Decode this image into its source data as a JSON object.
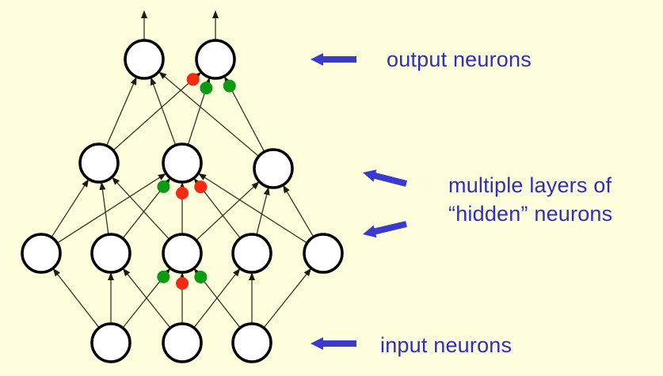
{
  "diagram": {
    "title": "Multi-layer neural network",
    "background_color": "#fefedc",
    "label_color": "#2e2ec4",
    "pointer_arrow_color": "#3a3ad0",
    "node_fill": "#ffffff",
    "node_stroke": "#000000",
    "edge_color": "#333322",
    "dot_colors": {
      "green": "#0c9a12",
      "red": "#f42a12"
    },
    "layers": [
      {
        "name": "input",
        "count": 3
      },
      {
        "name": "hidden-1",
        "count": 5
      },
      {
        "name": "hidden-2",
        "count": 3
      },
      {
        "name": "output",
        "count": 2
      }
    ],
    "edges": [
      {
        "from": "input.0",
        "to": "hidden-1.0"
      },
      {
        "from": "input.0",
        "to": "hidden-1.1"
      },
      {
        "from": "input.0",
        "to": "hidden-1.2",
        "weight": "green"
      },
      {
        "from": "input.1",
        "to": "hidden-1.1"
      },
      {
        "from": "input.1",
        "to": "hidden-1.2",
        "weight": "red"
      },
      {
        "from": "input.1",
        "to": "hidden-1.3"
      },
      {
        "from": "input.2",
        "to": "hidden-1.2",
        "weight": "green"
      },
      {
        "from": "input.2",
        "to": "hidden-1.3"
      },
      {
        "from": "input.2",
        "to": "hidden-1.4"
      },
      {
        "from": "hidden-1.0",
        "to": "hidden-2.0"
      },
      {
        "from": "hidden-1.0",
        "to": "hidden-2.1"
      },
      {
        "from": "hidden-1.1",
        "to": "hidden-2.0"
      },
      {
        "from": "hidden-1.1",
        "to": "hidden-2.1",
        "weight": "green"
      },
      {
        "from": "hidden-1.2",
        "to": "hidden-2.0"
      },
      {
        "from": "hidden-1.2",
        "to": "hidden-2.1",
        "weight": "red"
      },
      {
        "from": "hidden-1.2",
        "to": "hidden-2.2"
      },
      {
        "from": "hidden-1.3",
        "to": "hidden-2.1",
        "weight": "red"
      },
      {
        "from": "hidden-1.3",
        "to": "hidden-2.2"
      },
      {
        "from": "hidden-1.4",
        "to": "hidden-2.1"
      },
      {
        "from": "hidden-1.4",
        "to": "hidden-2.2"
      },
      {
        "from": "hidden-2.0",
        "to": "output.0"
      },
      {
        "from": "hidden-2.0",
        "to": "output.1",
        "weight": "red"
      },
      {
        "from": "hidden-2.1",
        "to": "output.0"
      },
      {
        "from": "hidden-2.1",
        "to": "output.1",
        "weight": "green"
      },
      {
        "from": "hidden-2.2",
        "to": "output.0"
      },
      {
        "from": "hidden-2.2",
        "to": "output.1",
        "weight": "green"
      }
    ],
    "outputs": [
      "output.0",
      "output.1"
    ]
  },
  "labels": {
    "output": "output neurons",
    "hidden_line1": "multiple layers of",
    "hidden_line2": "“hidden” neurons",
    "input": "input neurons"
  }
}
